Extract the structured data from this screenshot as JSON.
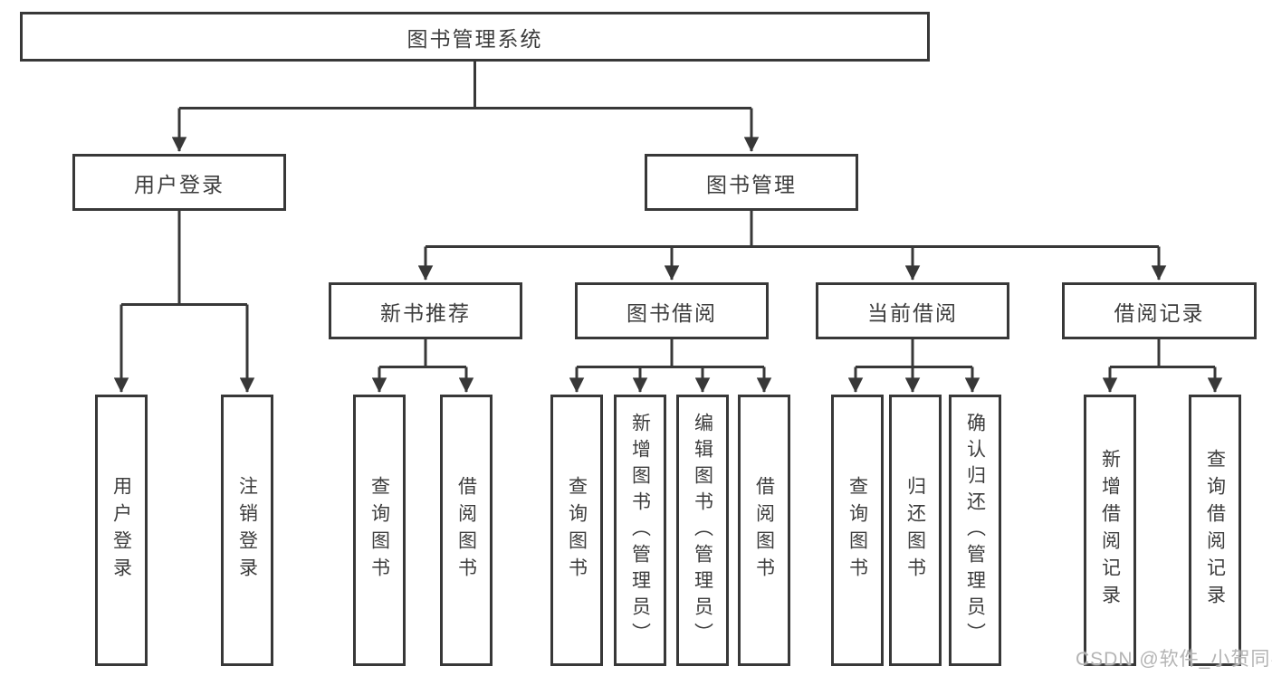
{
  "diagram": {
    "root": {
      "label": "图书管理系统"
    },
    "children": [
      {
        "label": "用户登录",
        "children": [
          {
            "label": "用户登录"
          },
          {
            "label": "注销登录"
          }
        ]
      },
      {
        "label": "图书管理",
        "children": [
          {
            "label": "新书推荐",
            "children": [
              {
                "label": "查询图书"
              },
              {
                "label": "借阅图书"
              }
            ]
          },
          {
            "label": "图书借阅",
            "children": [
              {
                "label": "查询图书"
              },
              {
                "label": "新增图书（管理员）"
              },
              {
                "label": "编辑图书（管理员）"
              },
              {
                "label": "借阅图书"
              }
            ]
          },
          {
            "label": "当前借阅",
            "children": [
              {
                "label": "查询图书"
              },
              {
                "label": "归还图书"
              },
              {
                "label": "确认归还（管理员）"
              }
            ]
          },
          {
            "label": "借阅记录",
            "children": [
              {
                "label": "新增借阅记录"
              },
              {
                "label": "查询借阅记录"
              }
            ]
          }
        ]
      }
    ]
  },
  "watermark": "CSDN @软件_小贺同学",
  "colors": {
    "line": "#383838",
    "box_border": "#383838",
    "text": "#3d3d3d",
    "watermark": "#b4b4b4",
    "background": "#ffffff"
  }
}
